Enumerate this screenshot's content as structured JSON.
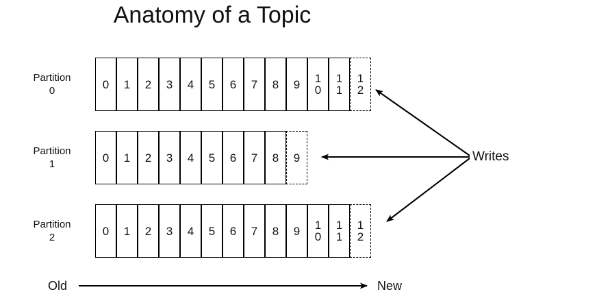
{
  "diagram": {
    "title": "Anatomy of a Topic",
    "axis": {
      "old_label": "Old",
      "new_label": "New"
    },
    "writes": {
      "label": "Writes"
    },
    "colors": {
      "stroke": "#000000",
      "text": "#111111",
      "background": "#ffffff"
    },
    "partitions": [
      {
        "name_line1": "Partition",
        "name_line2": "0",
        "committed": [
          "0",
          "1",
          "2",
          "3",
          "4",
          "5",
          "6",
          "7",
          "8",
          "9",
          "10",
          "11"
        ],
        "pending": "12"
      },
      {
        "name_line1": "Partition",
        "name_line2": "1",
        "committed": [
          "0",
          "1",
          "2",
          "3",
          "4",
          "5",
          "6",
          "7",
          "8"
        ],
        "pending": "9"
      },
      {
        "name_line1": "Partition",
        "name_line2": "2",
        "committed": [
          "0",
          "1",
          "2",
          "3",
          "4",
          "5",
          "6",
          "7",
          "8",
          "9",
          "10",
          "11"
        ],
        "pending": "12"
      }
    ]
  }
}
